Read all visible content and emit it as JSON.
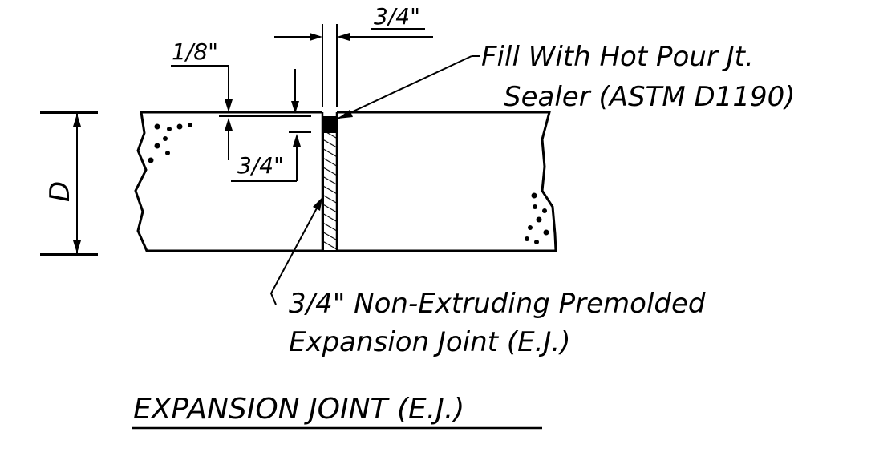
{
  "drawing": {
    "title": "EXPANSION JOINT (E.J.)",
    "callouts": {
      "joint_width": "3/4\"",
      "seal_recess": "1/8\"",
      "seal_depth": "3/4\"",
      "depth": "D"
    },
    "notes": {
      "sealer_line1": "Fill With Hot Pour Jt.",
      "sealer_line2": "Sealer (ASTM D1190)",
      "filler_line1": "3/4\" Non-Extruding Premolded",
      "filler_line2": "Expansion Joint (E.J.)"
    }
  }
}
